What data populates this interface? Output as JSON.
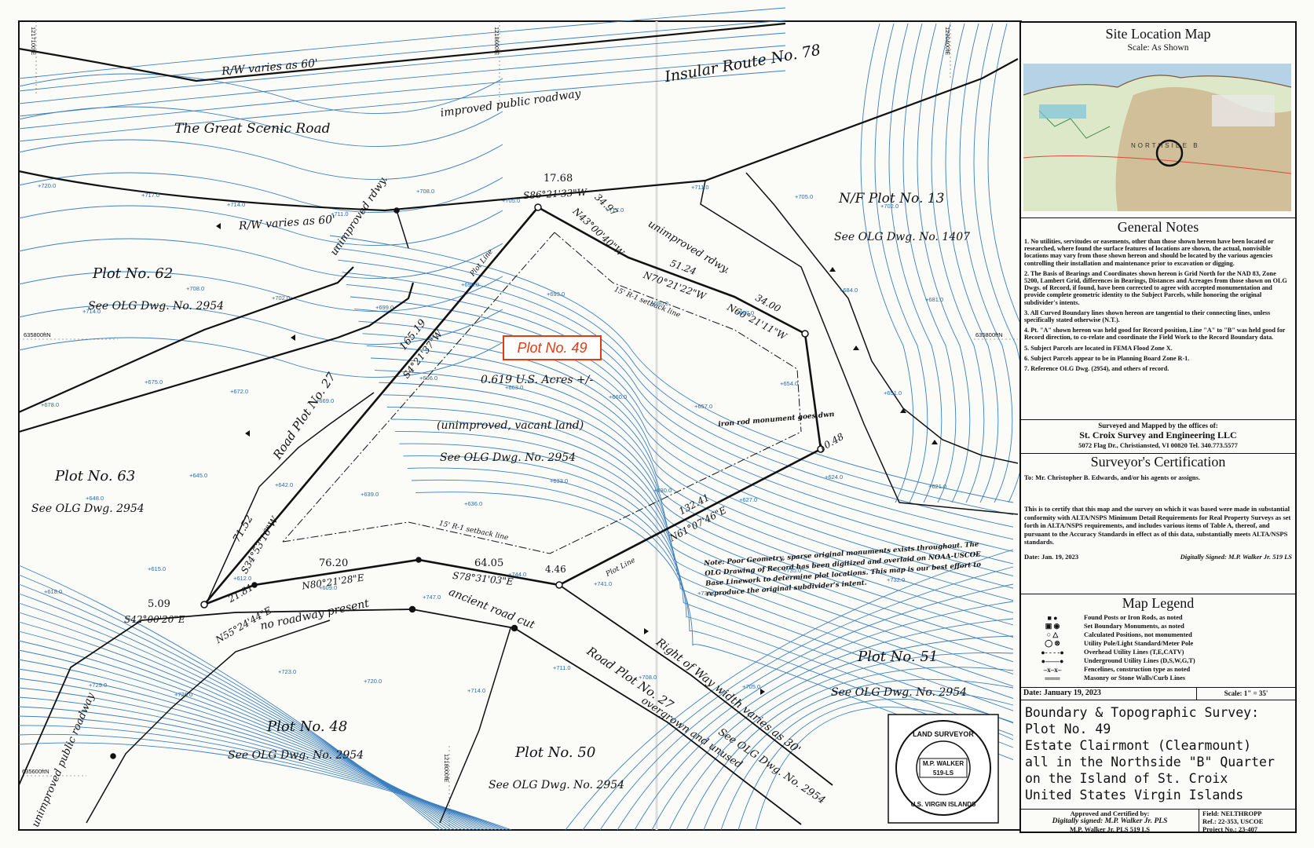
{
  "map": {
    "roads": {
      "rw_top": "R/W varies as 60'",
      "rw_mid": "R/W varies as 60'",
      "route": "Insular Route No. 78",
      "improved": "improved public roadway",
      "scenic": "The Great Scenic Road",
      "unimproved_rdwy_left": "unimproved rdwy.",
      "unimproved_rdwy_right": "unimproved rdwy.",
      "unimproved_public": "unimproved public roadway",
      "road_plot_27": "Road Plot No. 27",
      "road_plot_27_lower": "Road Plot No. 27",
      "see_olg_2954_road": "See OLG Dwg. No. 2954",
      "overgrown": "overgrown and unused",
      "row_width": "Right of Way width varies as 30'",
      "no_roadway": "no roadway present",
      "ancient_cut": "ancient road cut",
      "plot_line_1": "Plot Line",
      "plot_line_2": "Plot Line"
    },
    "plots": {
      "p62": {
        "name": "Plot No. 62",
        "ref": "See OLG Dwg. No. 2954"
      },
      "p63": {
        "name": "Plot No. 63",
        "ref": "See OLG Dwg. 2954"
      },
      "p13": {
        "name": "N/F Plot No. 13",
        "ref": "See OLG Dwg. No. 1407"
      },
      "p48": {
        "name": "Plot No. 48",
        "ref": "See OLG Dwg. No. 2954"
      },
      "p50": {
        "name": "Plot No. 50",
        "ref": "See OLG Dwg. No. 2954"
      },
      "p51": {
        "name": "Plot No. 51",
        "ref": "See OLG Dwg. No. 2954"
      },
      "p49": {
        "name": "Plot No. 49",
        "acres": "0.619 U.S. Acres +/-",
        "status": "(unimproved, vacant land)",
        "ref": "See OLG Dwg. No. 2954"
      }
    },
    "bearings": {
      "b1_dist": "17.68",
      "b1_brg": "S86°21'33\"W",
      "b2_dist": "34.97",
      "b2_brg": "N43°00'40\"W",
      "b3_dist": "51.24",
      "b3_brg": "N70°21'22\"W",
      "b4_dist": "34.00",
      "b4_brg": "N60°21'11\"W",
      "b5_dist": "10.48",
      "b6_dist": "132.41",
      "b6_brg": "N61°07'46\"E",
      "b7_dist": "165.19",
      "b7_brg": "S4°21'37\"W",
      "b8_dist": "71.52",
      "b8_brg": "S34°53'16\"W",
      "b9_dist": "76.20",
      "b9_brg": "N80°21'28\"E",
      "b10_dist": "64.05",
      "b10_brg": "S78°31'03\"E",
      "b11_dist": "4.46",
      "b12_dist": "21.81",
      "b12_brg": "N55°24'44\"E",
      "b13_dist": "5.09",
      "b13_brg": "S42°00'20\"E"
    },
    "setbacks": {
      "upper": "15' R-1 setback line",
      "lower": "15' R-1 setback line"
    },
    "monument": "iron rod monument goes dwn",
    "note": "Note: Poor Geometry, sparse original monuments exists throughout. The OLG Drawing of Record has been digitized and overlaid on NOAA-USCOE Base Linework to determine plot locations. This map is our best effort to reproduce the original subdivider's intent.",
    "grid": {
      "e_left": "1217100fE",
      "e_mid": "1218600fE",
      "e_right": "1220400fE",
      "n_left": "635800ftN",
      "n_right": "635800ftN",
      "n_bottom": "635600ftN",
      "e_bottom": "1218000fE"
    },
    "elevations": [
      "720.0",
      "717.0",
      "714.0",
      "711.0",
      "708.0",
      "705.0",
      "717.0",
      "711.0",
      "705.0",
      "702.0",
      "714.0",
      "708.0",
      "702.0",
      "699.0",
      "696.0",
      "693.0",
      "690.0",
      "687.0",
      "684.0",
      "681.0",
      "678.0",
      "675.0",
      "672.0",
      "669.0",
      "666.0",
      "663.0",
      "660.0",
      "657.0",
      "654.0",
      "651.0",
      "648.0",
      "645.0",
      "642.0",
      "639.0",
      "636.0",
      "633.0",
      "630.0",
      "627.0",
      "624.0",
      "621.0",
      "618.0",
      "615.0",
      "612.0",
      "609.0",
      "747.0",
      "744.0",
      "741.0",
      "738.0",
      "735.0",
      "732.0",
      "729.0",
      "726.0",
      "723.0",
      "720.0",
      "714.0",
      "711.0",
      "708.0",
      "705.0"
    ],
    "seal": {
      "top": "LAND SURVEYOR",
      "name": "M.P. WALKER",
      "num": "519-LS",
      "bottom": "U.S. VIRGIN ISLANDS"
    }
  },
  "title_block": {
    "site_map_title": "Site Location Map",
    "site_map_scale": "Scale: As Shown",
    "site_map_place": "NORTHSIDE B",
    "general_notes_title": "General Notes",
    "notes": [
      "1. No utilities, servitudes or easements, other than those shown hereon have been located or researched, where found the surface features of locations are shown, the actual, nonvisible locations may vary from those shown hereon and should be located by the various agencies controlling their installation and maintenance prior to excavation or digging.",
      "2. The Basis of Bearings and Coordinates shown hereon is Grid North for the NAD 83, Zone 5200, Lambert Grid, differences in Bearings, Distances and Acreages from those shown on OLG Dwgs. of Record, if found, have been corrected to agree with accepted monumentation and provide complete geometric identity to the Subject Parcels, while honoring the original subdivider's intents.",
      "3. All Curved Boundary lines shown hereon are tangential to their connecting lines, unless specifically stated otherwise (N.T.).",
      "4. Pt. \"A\" shown hereon was held good for Record position, Line \"A\" to \"B\" was held good for Record direction, to co-relate and coordinate the Field Work to the Record Boundary data.",
      "5. Subject Parcels are located in FEMA Flood Zone X.",
      "6. Subject Parcels appear to be in Planning Board Zone R-1.",
      "7. Reference OLG Dwg. (2954), and others of record."
    ],
    "surveyed_by": "Surveyed and Mapped by the offices of:",
    "company": "St. Croix Survey and Engineering LLC",
    "address": "5072 Flag Dr., Christiansted, VI 00820   Tel. 340.773.5577",
    "cert_title": "Surveyor's Certification",
    "cert_to": "To: Mr. Christopher B. Edwards, and/or his agents or assigns.",
    "cert_body": "This is to certify that this map and the survey on which it was based were made in substantial conformity with ALTA/NSPS Minimum Detail Requirements for Real Property Surveys as set forth in ALTA/NSPS requirements, and includes various items of Table A, thereof, and pursuant to the Accuracy Standards in effect as of this data, substantially meets ALTA/NSPS standards.",
    "cert_date": "Date: Jan. 19, 2023",
    "cert_signed": "Digitally Signed: M.P. Walker Jr. 519 LS",
    "legend_title": "Map Legend",
    "legend": [
      "Found Posts or Iron Rods, as noted",
      "Set Boundary Monuments, as noted",
      "Calculated Positions, not monumented",
      "Utility Pole/Light Standard/Meter Pole",
      "Overhead Utility Lines (T,E,CATV)",
      "Underground Utility Lines (D,S,W,G,T)",
      "Fencelines, construction type as noted",
      "Masonry or Stone Walls/Curb Lines"
    ],
    "date": "Date: January 19, 2023",
    "scale": "Scale: 1\" = 35'",
    "survey_title": "Boundary & Topographic Survey:",
    "survey_lines": [
      "Plot No. 49",
      "Estate Clairmont (Clearmount)",
      "all in the Northside \"B\" Quarter",
      "on the Island of St. Croix",
      "United States Virgin Islands"
    ],
    "approved": "Approved and Certified by:",
    "approved_signed": "Digitally signed: M.P. Walker Jr. PLS",
    "approved_name": "M.P. Walker Jr. PLS 519 LS",
    "field": "Field: NELTHROPP",
    "ref": "Ref.: 22-353, USCOE",
    "project": "Project No.: 23-407"
  },
  "colors": {
    "contour": "#3c7fbf",
    "line": "#111111",
    "highlight": "#e23a12"
  }
}
